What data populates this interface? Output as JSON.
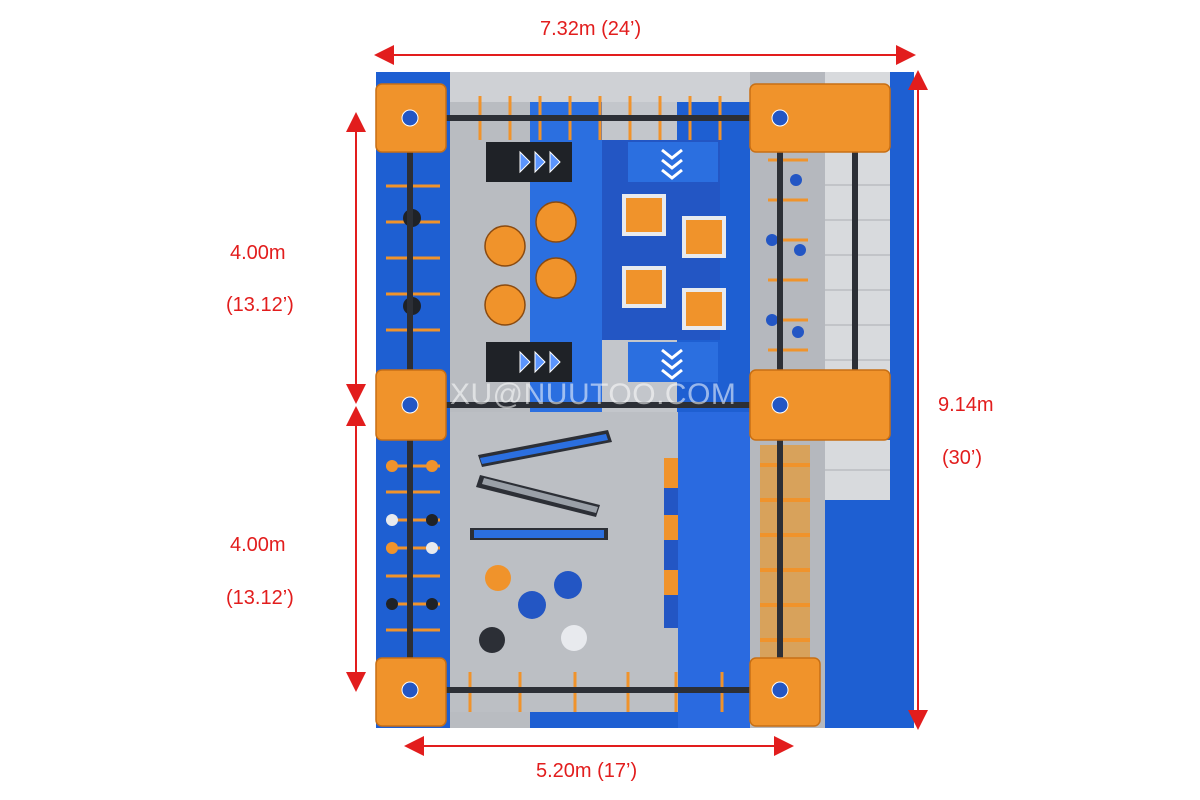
{
  "dimensions": {
    "top_width": "7.32m (24’)",
    "bottom_width": "5.20m (17’)",
    "left_upper_metric": "4.00m",
    "left_upper_imperial": "(13.12’)",
    "left_lower_metric": "4.00m",
    "left_lower_imperial": "(13.12’)",
    "right_metric": "9.14m",
    "right_imperial": "(30’)"
  },
  "watermark": "XU@NUUTOO.COM",
  "colors": {
    "dimension_red": "#e21d1d",
    "mat_blue": "#1e5fd2",
    "mat_gray": "#b9bcc1",
    "frame_orange": "#f0932b",
    "frame_dark": "#2c2f36"
  }
}
